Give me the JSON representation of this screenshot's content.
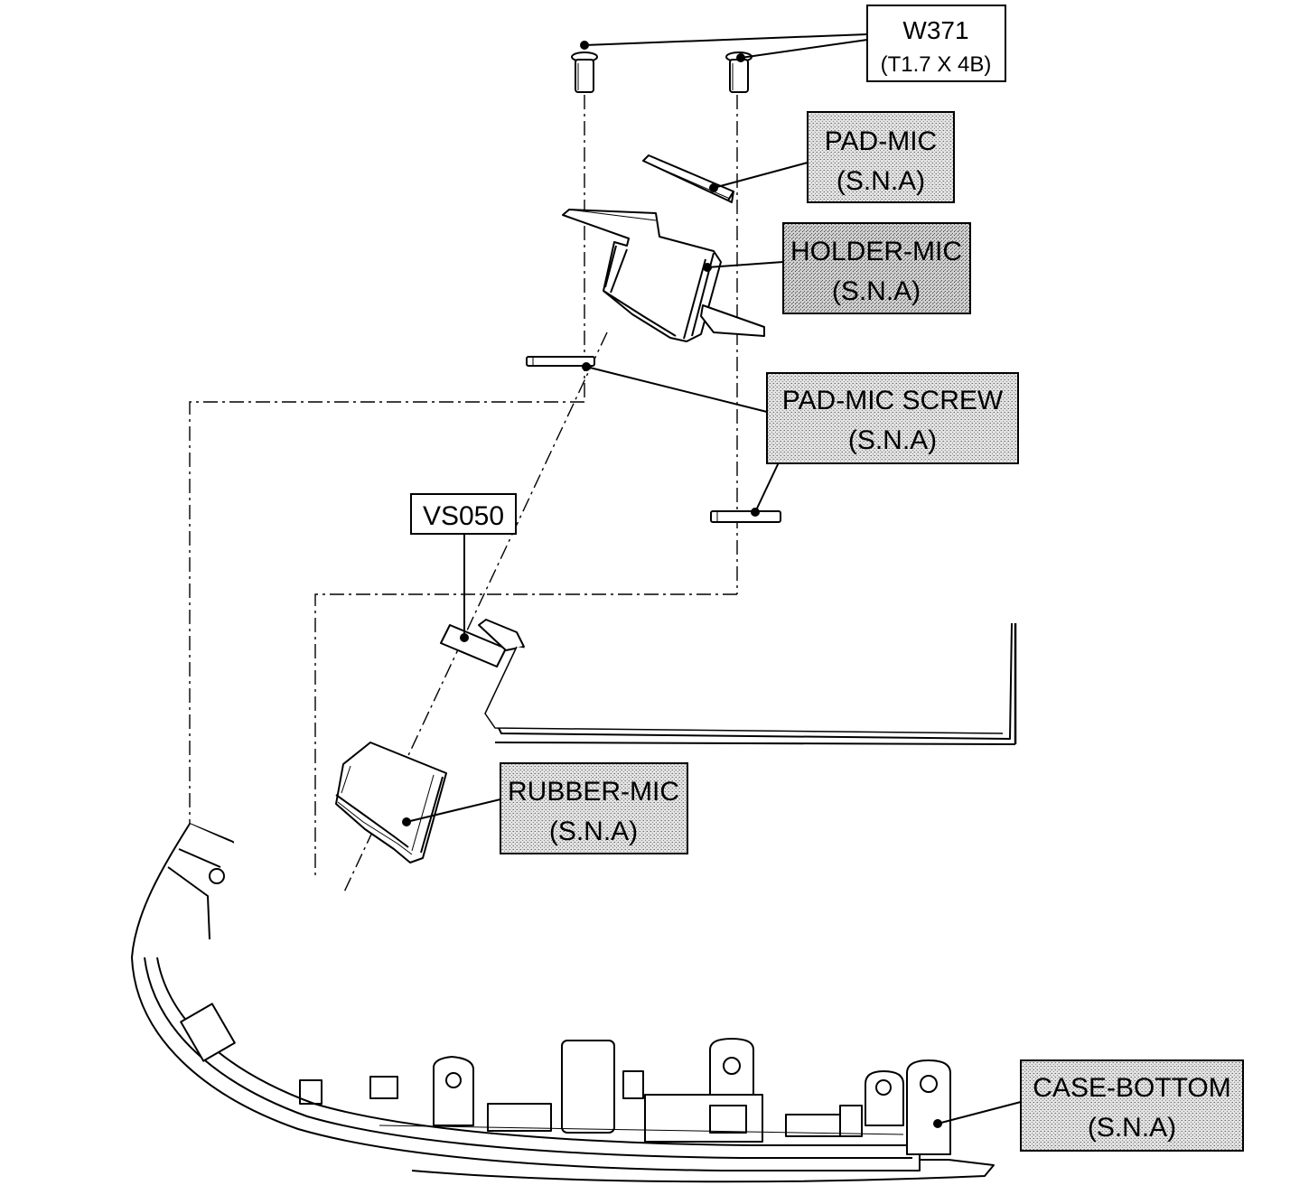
{
  "labels": {
    "w371": {
      "line1": "W371",
      "line2": "(T1.7 X 4B)"
    },
    "pad_mic": {
      "line1": "PAD-MIC",
      "line2": "(S.N.A)"
    },
    "holder_mic": {
      "line1": "HOLDER-MIC",
      "line2": "(S.N.A)"
    },
    "pad_mic_screw": {
      "line1": "PAD-MIC SCREW",
      "line2": "(S.N.A)"
    },
    "vs050": {
      "line1": "VS050"
    },
    "rubber_mic": {
      "line1": "RUBBER-MIC",
      "line2": "(S.N.A)"
    },
    "case_bottom": {
      "line1": "CASE-BOTTOM",
      "line2": "(S.N.A)"
    }
  }
}
